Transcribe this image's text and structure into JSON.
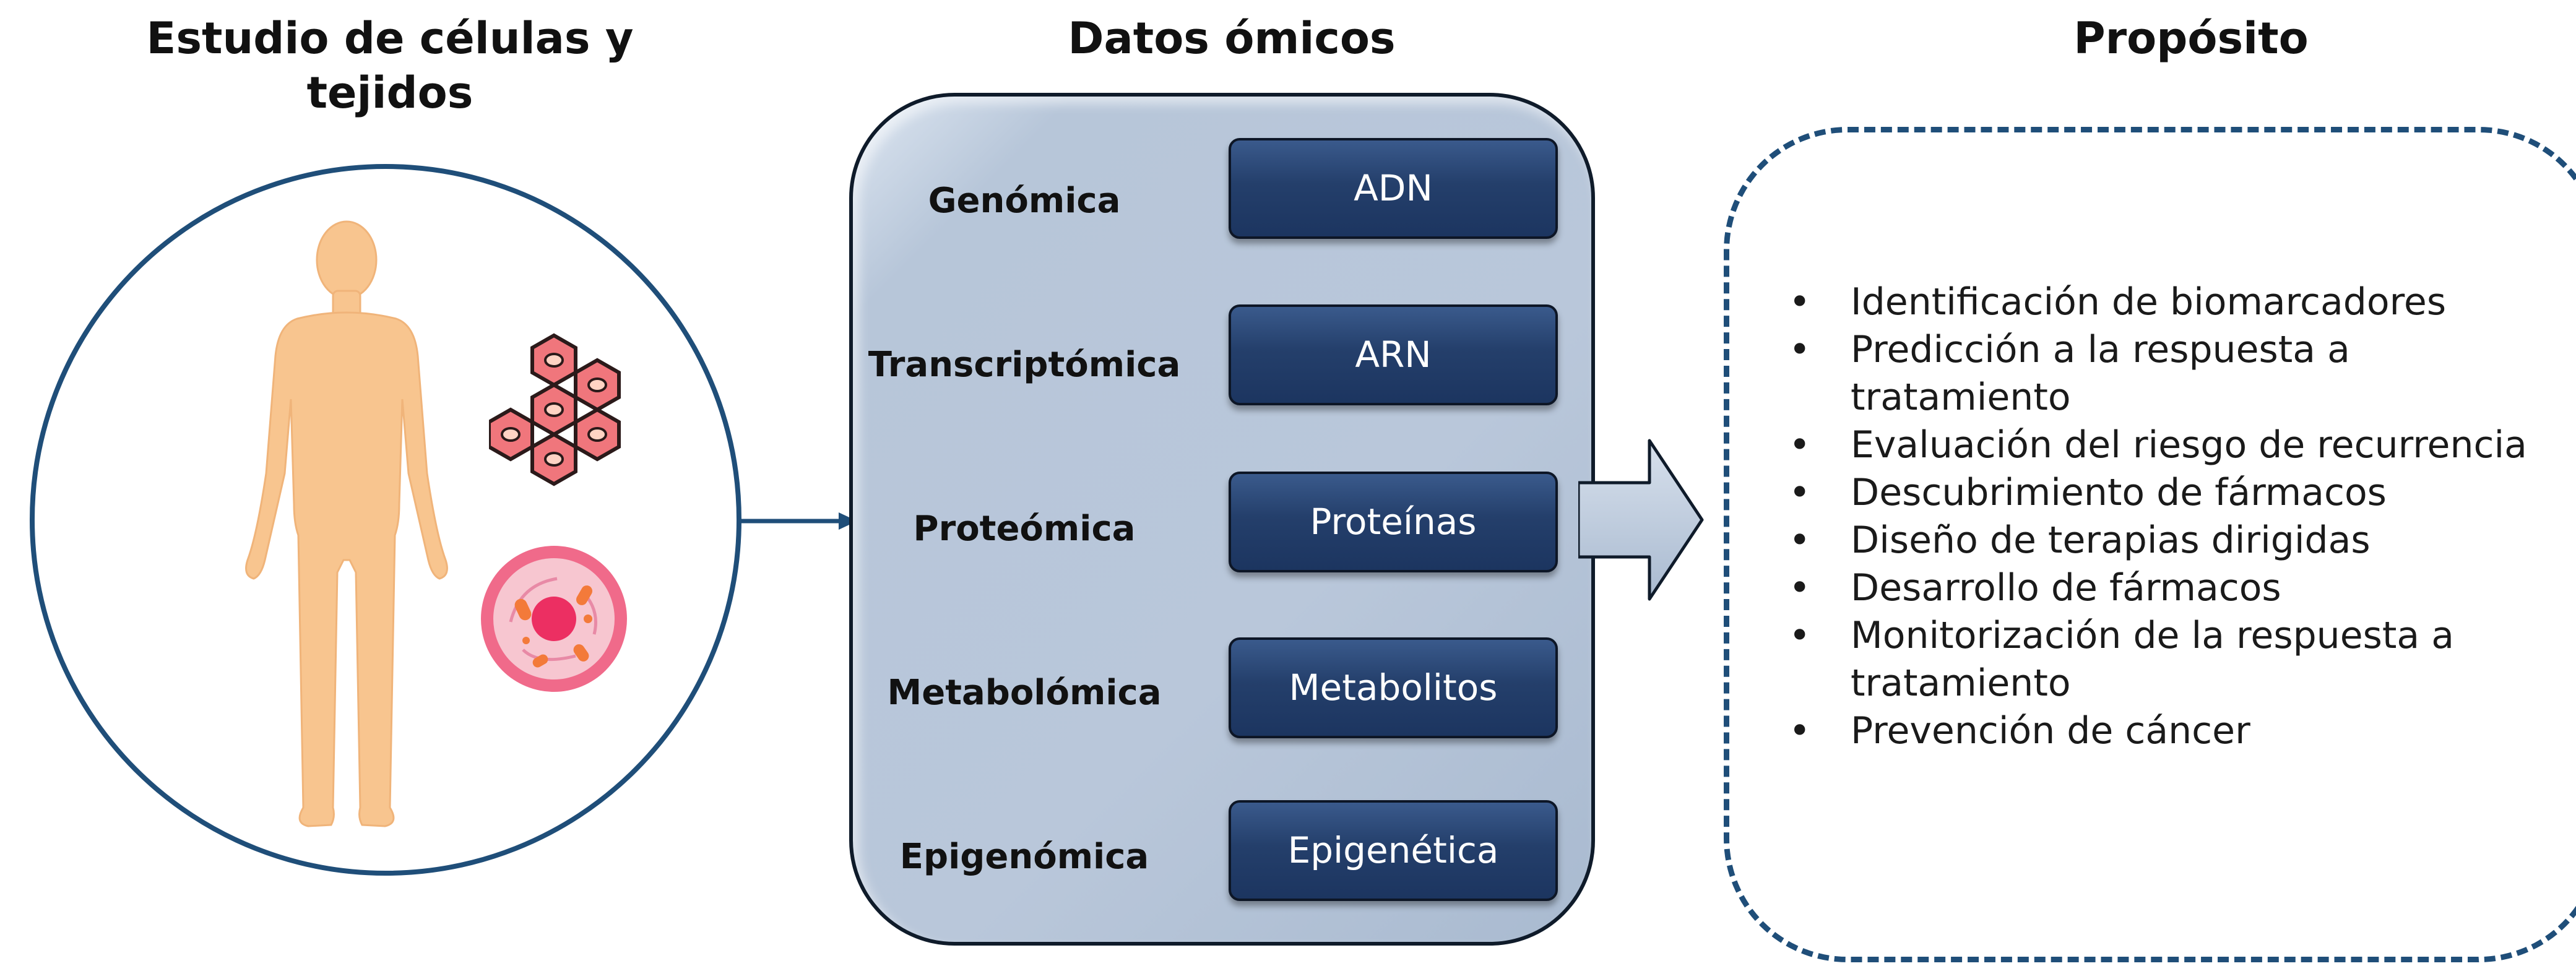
{
  "headings": {
    "left": "Estudio de células y tejidos",
    "middle": "Datos ómicos",
    "right": "Propósito"
  },
  "omics": [
    {
      "label": "Genómica",
      "molecule": "ADN"
    },
    {
      "label": "Transcriptómica",
      "molecule": "ARN"
    },
    {
      "label": "Proteómica",
      "molecule": "Proteínas"
    },
    {
      "label": "Metabolómica",
      "molecule": "Metabolitos"
    },
    {
      "label": "Epigenómica",
      "molecule": "Epigenética"
    }
  ],
  "purposes": [
    "Identificación de biomarcadores",
    "Predicción a la respuesta a tratamiento",
    "Evaluación del riesgo de recurrencia",
    "Descubrimiento de fármacos",
    "Diseño de terapias dirigidas",
    "Desarrollo de fármacos",
    "Monitorización de la respuesta a tratamiento",
    "Prevención de cáncer"
  ],
  "colors": {
    "outline_blue": "#1f4e79",
    "panel_fill": "#b9c7da",
    "box_fill": "#243f6b",
    "body_fill": "#f8c58f",
    "hex_fill": "#f0767c",
    "cell_fill": "#f7c6d0"
  },
  "icons": {
    "body": "human-body-icon",
    "tissue": "hexagon-cells-icon",
    "cell": "cell-icon"
  }
}
